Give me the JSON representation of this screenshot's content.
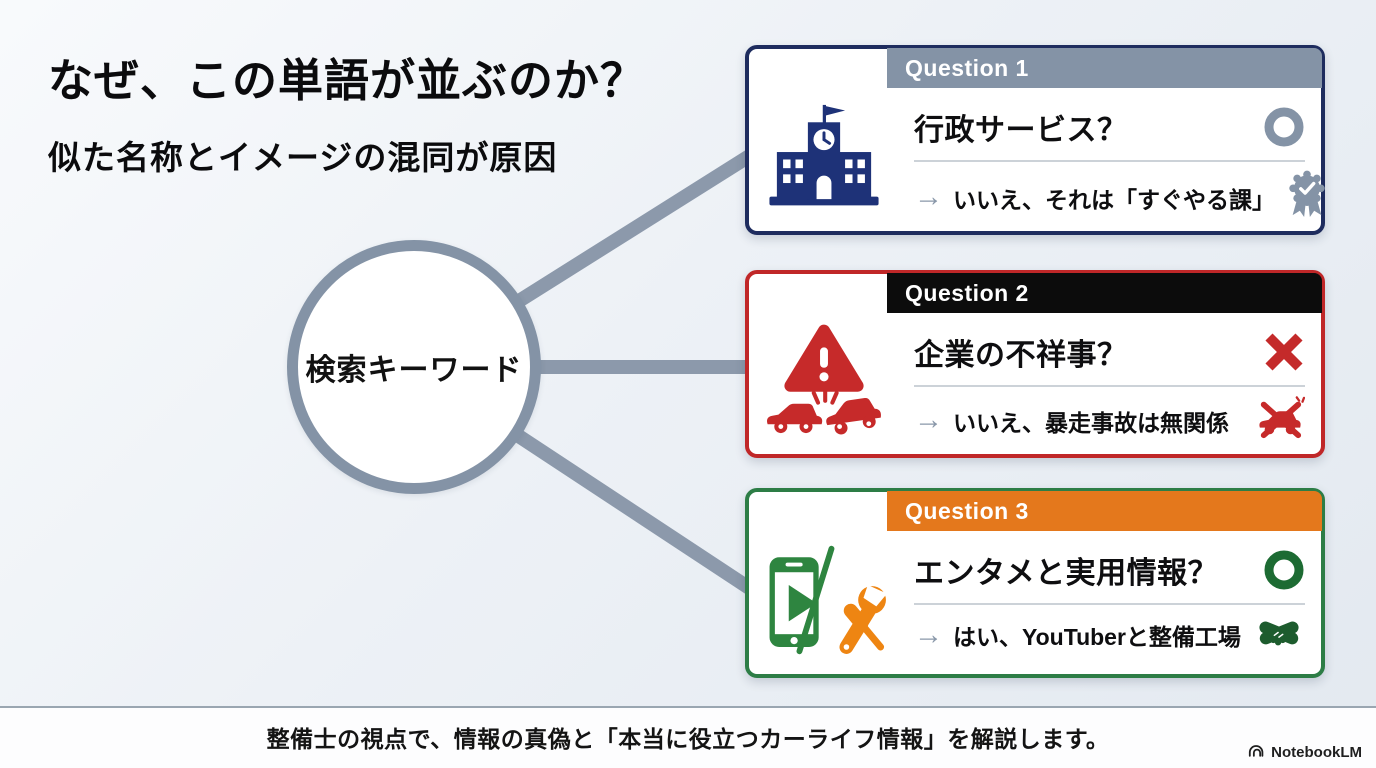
{
  "header": {
    "title": "なぜ、この単語が並ぶのか？",
    "subtitle": "似た名称とイメージの混同が原因"
  },
  "hub": {
    "label": "検索キーワード"
  },
  "glyphs": {
    "arrow": "→"
  },
  "colors": {
    "background": "#e9eef4",
    "connector": "#8c99ab",
    "card1_border": "#1e2c5e",
    "card1_header_bg": "#8493a6",
    "card2_border": "#c02728",
    "card2_header_bg": "#0c0c0c",
    "card3_border": "#2d7d46",
    "card3_header_bg": "#e4781c",
    "navy_icon": "#1e3278",
    "red_icon": "#c62a2a",
    "green_icon": "#2e8540",
    "orange_icon": "#ee8512",
    "slate_icon": "#8493a6",
    "dark_green_icon": "#1d6b33"
  },
  "cards": [
    {
      "badge": "Question 1",
      "question": "行政サービス？",
      "answer_prefix": "いいえ、それは",
      "answer_emphasis": "「すぐやる課」",
      "verdict_icon": "circle",
      "topic_icon": "school",
      "answer_icon": "ribbon-badge"
    },
    {
      "badge": "Question 2",
      "question": "企業の不祥事？",
      "answer_prefix": "いいえ、",
      "answer_emphasis": "暴走事故は無関係",
      "verdict_icon": "cross",
      "topic_icon": "warning-car-crash",
      "answer_icon": "crossed-out-car"
    },
    {
      "badge": "Question 3",
      "question": "エンタメと実用情報？",
      "answer_prefix": "はい、",
      "answer_emphasis": "YouTuberと整備工場",
      "verdict_icon": "circle",
      "topic_icon": "smartphone-and-tools",
      "answer_icon": "handshake"
    }
  ],
  "footer": {
    "text": "整備士の視点で、情報の真偽と「本当に役立つカーライフ情報」を解説します。",
    "brand": "NotebookLM"
  }
}
